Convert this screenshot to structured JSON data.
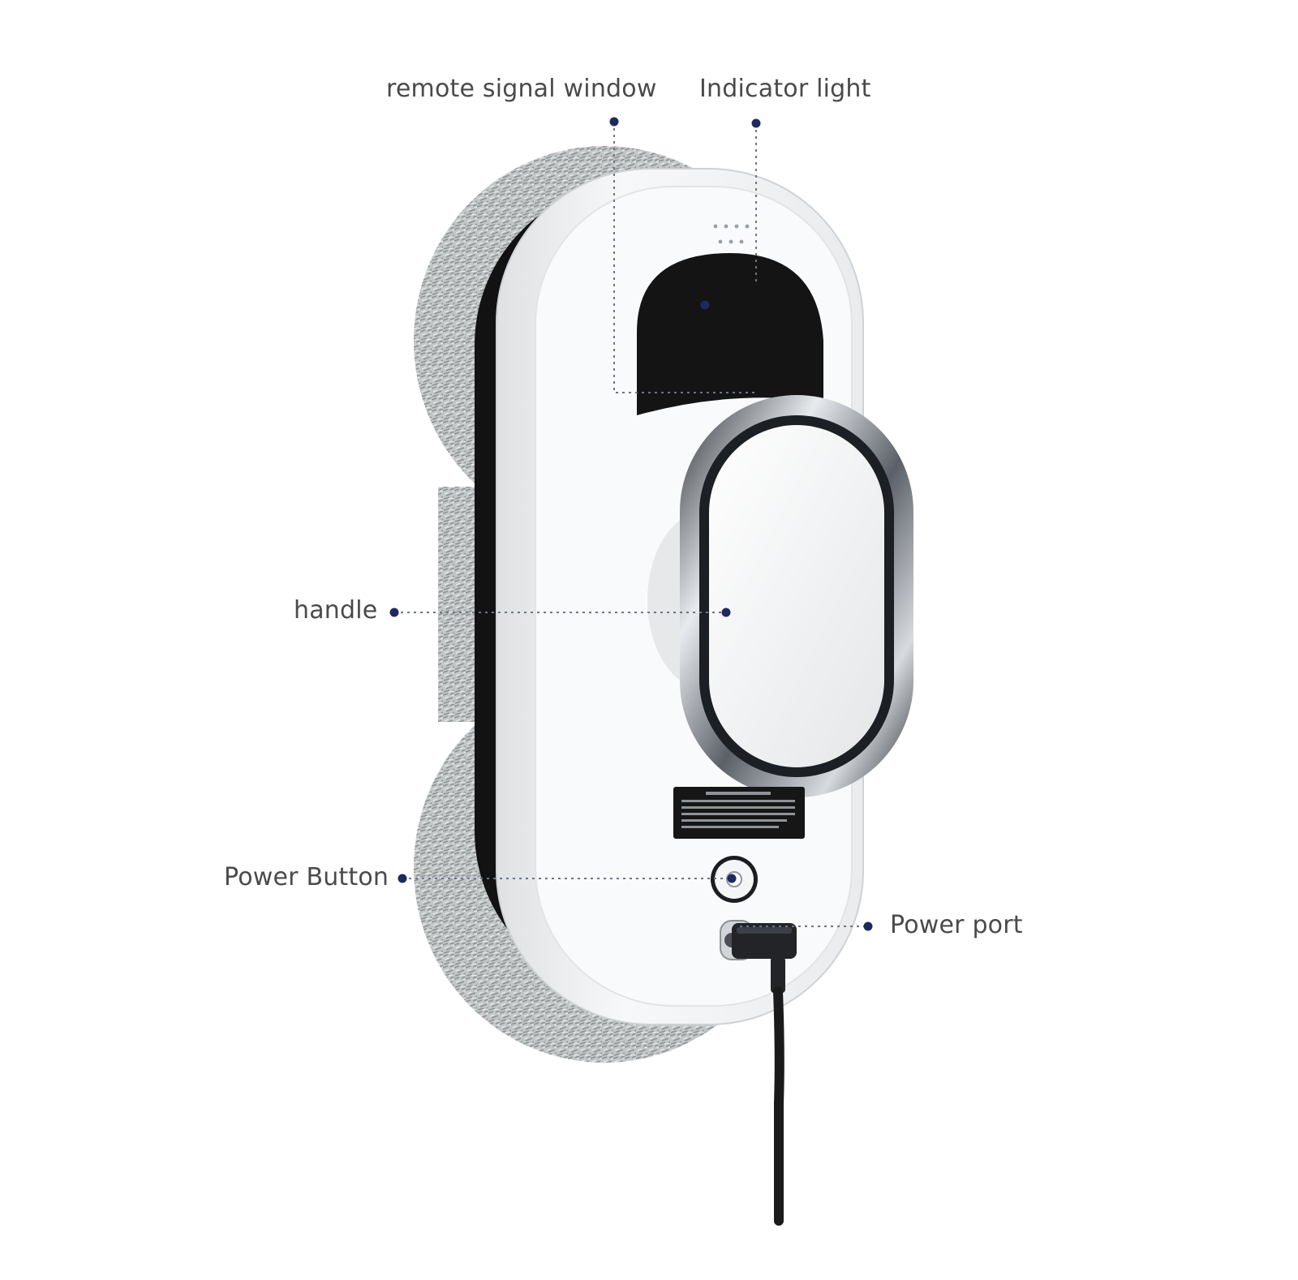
{
  "callouts": {
    "remote_signal_window": "remote signal window",
    "indicator_light": "Indicator light",
    "handle": "handle",
    "power_button": "Power Button",
    "power_port": "Power port"
  },
  "colors": {
    "marker": "#1f2a5c",
    "leader_line": "#6e7484",
    "label_text": "#4a4a4a",
    "pad_fiber": "#b9bcbd",
    "body_shell": "#f3f4f5",
    "bumper": "#121212",
    "display_window": "#141414",
    "chrome_ring": "#9aa0a6",
    "cable": "#1a1a1a"
  },
  "icons": {
    "power_button": "power-icon",
    "connector": "power-plug-icon"
  }
}
